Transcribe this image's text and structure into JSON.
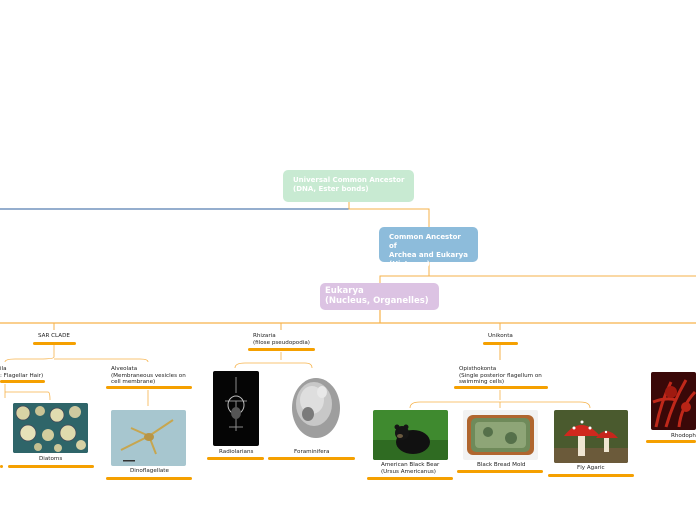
{
  "nodes": {
    "luca": "Universal Common Ancestor\n(DNA, Ester bonds)",
    "archea_eukarya": "Common Ancestor of\nArchea and Eukarya\n(Histones)",
    "eukarya": "Eukarya\n(Nucleus, Organelles)"
  },
  "labels": {
    "sar_clade": "SAR CLADE",
    "stramenopila": "ila\n: Flagellar Hair)",
    "alveolata": "Alveolata\n(Membraneous vesicles on\ncell membrane)",
    "rhizaria": "Rhizaria\n(filose pseudopodia)",
    "unikonta": "Unikonta",
    "opisthokonta": "Opisthokonta\n(Single posterior flagellum on\nswimming cells)",
    "diatoms": "Diatoms",
    "dinoflagellate": "Dinoflagellate",
    "radiolarians": "Radiolarians",
    "foraminifera": "Foraminifera",
    "black_bear": "American Black Bear\n(Ursus Americanus)",
    "bread_mold": "Black Bread Mold",
    "fly_agaric": "Fly Agaric",
    "rhodophyta": "Rhodoph"
  },
  "colors": {
    "luca": "#c8ead2",
    "archea_eukarya": "#8dbcdb",
    "eukarya": "#dcc3e3",
    "connector": "#f6b24a",
    "accent_bar": "#f5a000",
    "blue_line": "#2b5e9e"
  }
}
